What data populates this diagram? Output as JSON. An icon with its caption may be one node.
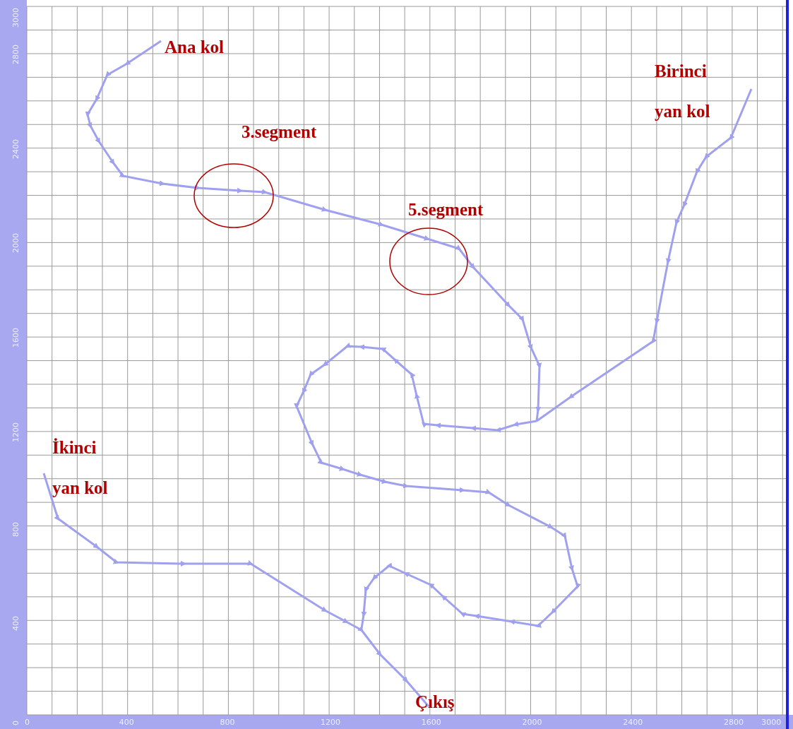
{
  "diagram": {
    "labels": [
      "Ana kol",
      "Birinci yan kol",
      "3.segment",
      "5.segment",
      "İkinci yan kol",
      "Çıkış",
      "3000",
      "2800",
      "2400",
      "2000",
      "1600",
      "1200",
      "800",
      "400",
      "0",
      "0",
      "400",
      "800",
      "1200",
      "1600",
      "2000",
      "2400",
      "2800",
      "3000"
    ]
  }
}
